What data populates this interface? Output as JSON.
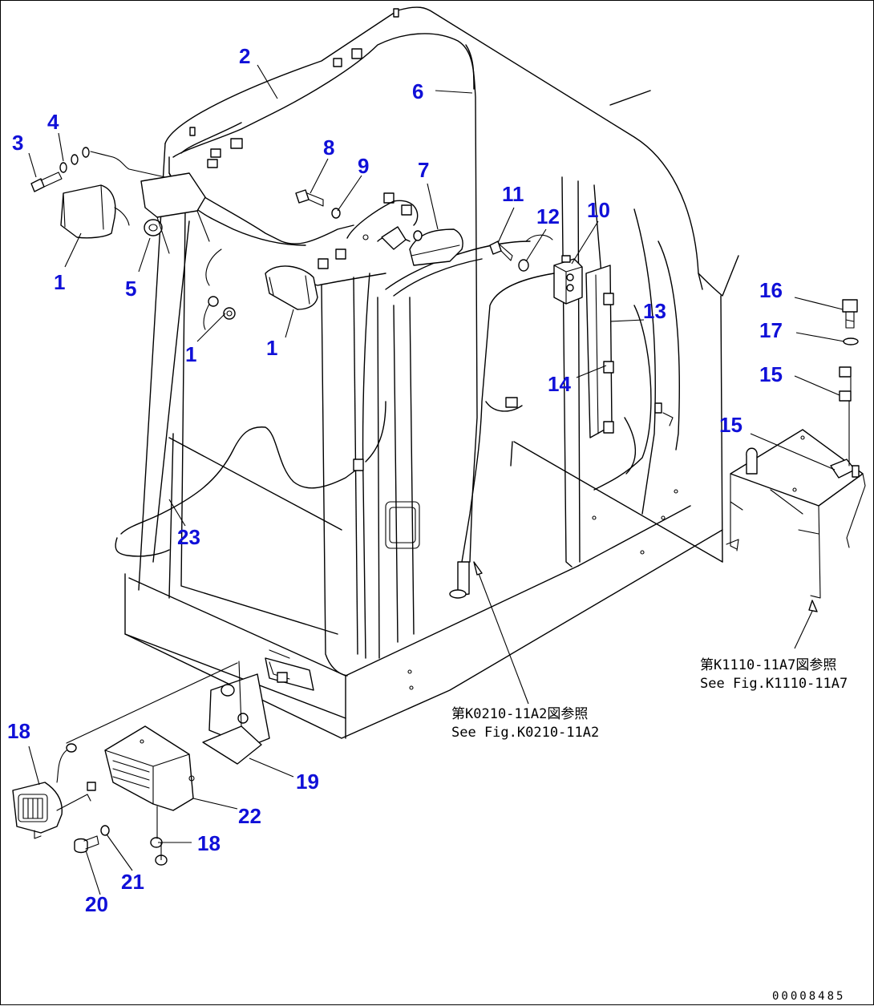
{
  "callouts": [
    {
      "id": "c1",
      "label": "1"
    },
    {
      "id": "c2",
      "label": "1"
    },
    {
      "id": "c3",
      "label": "1"
    },
    {
      "id": "c4",
      "label": "2"
    },
    {
      "id": "c5",
      "label": "3"
    },
    {
      "id": "c6",
      "label": "4"
    },
    {
      "id": "c7",
      "label": "5"
    },
    {
      "id": "c8",
      "label": "6"
    },
    {
      "id": "c9",
      "label": "7"
    },
    {
      "id": "c10",
      "label": "8"
    },
    {
      "id": "c11",
      "label": "9"
    },
    {
      "id": "c12",
      "label": "10"
    },
    {
      "id": "c13",
      "label": "11"
    },
    {
      "id": "c14",
      "label": "12"
    },
    {
      "id": "c15",
      "label": "13"
    },
    {
      "id": "c16",
      "label": "14"
    },
    {
      "id": "c17",
      "label": "15"
    },
    {
      "id": "c18",
      "label": "15"
    },
    {
      "id": "c19",
      "label": "16"
    },
    {
      "id": "c20",
      "label": "17"
    },
    {
      "id": "c21",
      "label": "18"
    },
    {
      "id": "c22",
      "label": "18"
    },
    {
      "id": "c23",
      "label": "19"
    },
    {
      "id": "c24",
      "label": "20"
    },
    {
      "id": "c25",
      "label": "21"
    },
    {
      "id": "c26",
      "label": "22"
    },
    {
      "id": "c27",
      "label": "23"
    }
  ],
  "references": {
    "ref_a_jp": "第K0210-11A2図参照",
    "ref_a_en": "See Fig.K0210-11A2",
    "ref_b_jp": "第K1110-11A7図参照",
    "ref_b_en": "See Fig.K1110-11A7"
  },
  "doc_number": "00008485"
}
